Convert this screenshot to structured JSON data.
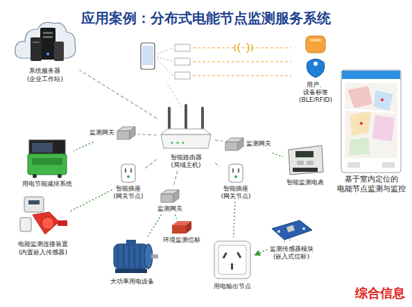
{
  "diagram": {
    "title": "应用案例：分布式电能节点监测服务系统",
    "nodes": [
      {
        "text": [
          "系统服务器 (企业工作站)"
        ]
      },
      {
        "text": [
          "用户、设备标签 (BLE/RFID)"
        ]
      },
      {
        "text": [
          "智能路由器(局域主机)"
        ]
      },
      {
        "text": [
          "监测网关"
        ]
      },
      {
        "text": [
          "监测网关"
        ]
      },
      {
        "text": [
          "智能插座 (网关节点)"
        ]
      },
      {
        "text": [
          "智能插座 (网关节点)"
        ]
      },
      {
        "text": [
          "监测网关"
        ]
      },
      {
        "text": [
          "用电节能减排系统"
        ]
      },
      {
        "text": [
          "智能监测电表"
        ]
      },
      {
        "text": [
          "基于室内定位的 电能节点监测与监控"
        ]
      },
      {
        "text": [
          "环境监测信标"
        ]
      },
      {
        "text": [
          "电能监测连接装置 (内置嵌入传感器)"
        ]
      },
      {
        "text": [
          "监测传感器模块 (嵌入式信标)"
        ]
      },
      {
        "text": [
          "大功率用电设备"
        ]
      },
      {
        "text": [
          "用电输出节点"
        ]
      }
    ],
    "edges": [
      {
        "from": 2,
        "to": 0,
        "arrow": "none"
      },
      {
        "from": 2,
        "to": 3,
        "arrow": "none"
      },
      {
        "from": 2,
        "to": 4,
        "arrow": "none"
      },
      {
        "from": 2,
        "to": 5,
        "arrow": "none"
      },
      {
        "from": 2,
        "to": 6,
        "arrow": "none"
      },
      {
        "from": 2,
        "to": 7,
        "arrow": "none"
      },
      {
        "from": 3,
        "to": 8,
        "arrow": "none"
      },
      {
        "from": 4,
        "to": 9,
        "arrow": "none"
      },
      {
        "from": 5,
        "to": 12,
        "arrow": "none"
      },
      {
        "from": 7,
        "to": 11,
        "arrow": "none"
      },
      {
        "from": 7,
        "to": 14,
        "arrow": "none"
      },
      {
        "from": 6,
        "to": 15,
        "arrow": "none"
      },
      {
        "from": 13,
        "to": 15,
        "arrow": "to"
      }
    ],
    "labels": [
      "综合信息"
    ]
  }
}
